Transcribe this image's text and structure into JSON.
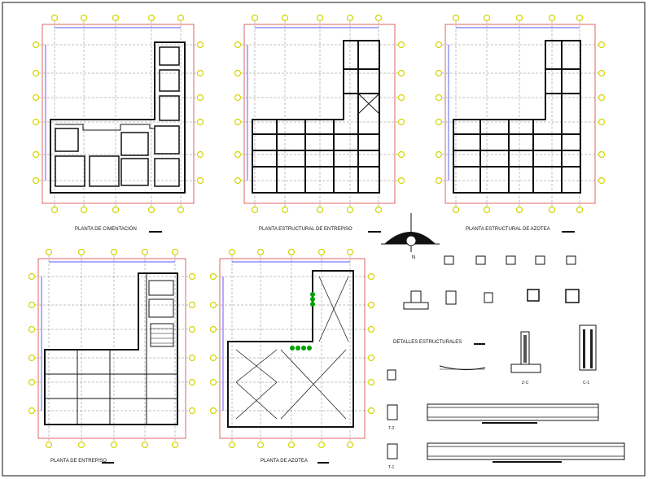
{
  "sheet": {
    "plans": [
      {
        "id": "cimentacion",
        "title": "PLANTA DE CIMENTACIÓN"
      },
      {
        "id": "entrepiso",
        "title": "PLANTA ESTRUCTURAL DE ENTREPISO"
      },
      {
        "id": "azotea",
        "title": "PLANTA ESTRUCTURAL DE AZOTEA"
      },
      {
        "id": "arq-entrepiso",
        "title": "PLANTA DE ENTREPISO"
      },
      {
        "id": "arq-azotea",
        "title": "PLANTA DE AZOTEA"
      }
    ],
    "north_label": "N",
    "details_title": "DETALLES ESTRUCTURALES",
    "detail_labels": {
      "zapata": "Z-C",
      "columna": "C-1",
      "trabe2": "T-2",
      "trabe1": "T-1"
    }
  },
  "colors": {
    "grid": "#1a1aff",
    "axis": "#cc0000",
    "bubble": "#d4d400",
    "column": "#00a000",
    "line": "#111111"
  }
}
